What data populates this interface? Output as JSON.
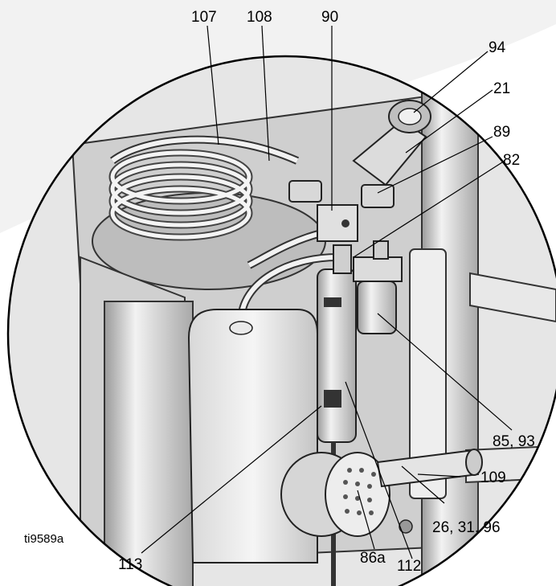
{
  "figure_id": "ti9589a",
  "callouts": [
    {
      "key": "c107",
      "text": "107"
    },
    {
      "key": "c108",
      "text": "108"
    },
    {
      "key": "c90",
      "text": "90"
    },
    {
      "key": "c94",
      "text": "94"
    },
    {
      "key": "c21",
      "text": "21"
    },
    {
      "key": "c89",
      "text": "89"
    },
    {
      "key": "c82",
      "text": "82"
    },
    {
      "key": "c85_93",
      "text": "85, 93"
    },
    {
      "key": "c109",
      "text": "109"
    },
    {
      "key": "c26_31_96",
      "text": "26, 31, 96"
    },
    {
      "key": "c112",
      "text": "112"
    },
    {
      "key": "c86a",
      "text": "86a"
    },
    {
      "key": "c113",
      "text": "113"
    }
  ]
}
